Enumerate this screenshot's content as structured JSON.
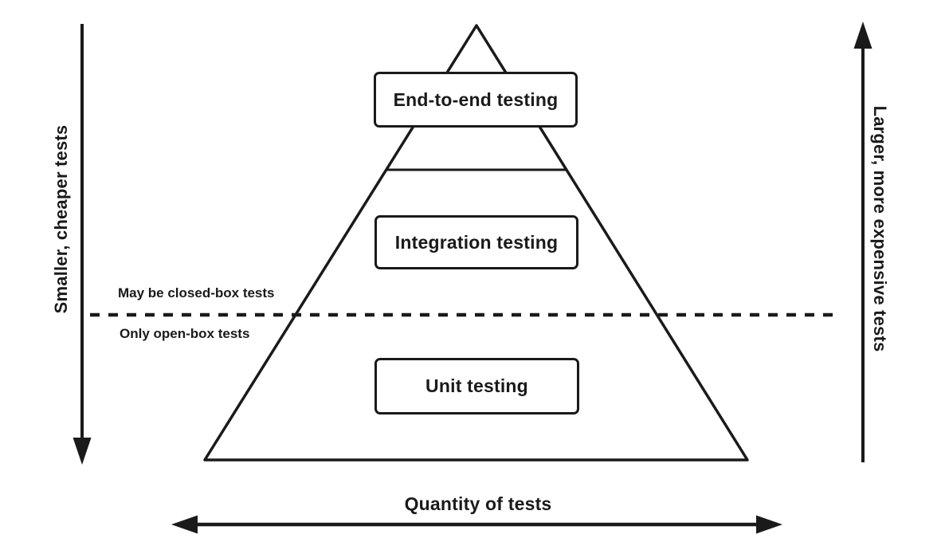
{
  "diagram": {
    "levels": [
      {
        "label": "End-to-end testing"
      },
      {
        "label": "Integration testing"
      },
      {
        "label": "Unit testing"
      }
    ],
    "boundary": {
      "above_label": "May be closed-box tests",
      "below_label": "Only open-box tests"
    },
    "axes": {
      "left_label": "Smaller, cheaper tests",
      "right_label": "Larger, more expensive tests",
      "bottom_label": "Quantity of tests"
    },
    "colors": {
      "stroke": "#1a1a1a",
      "background": "#ffffff"
    }
  }
}
